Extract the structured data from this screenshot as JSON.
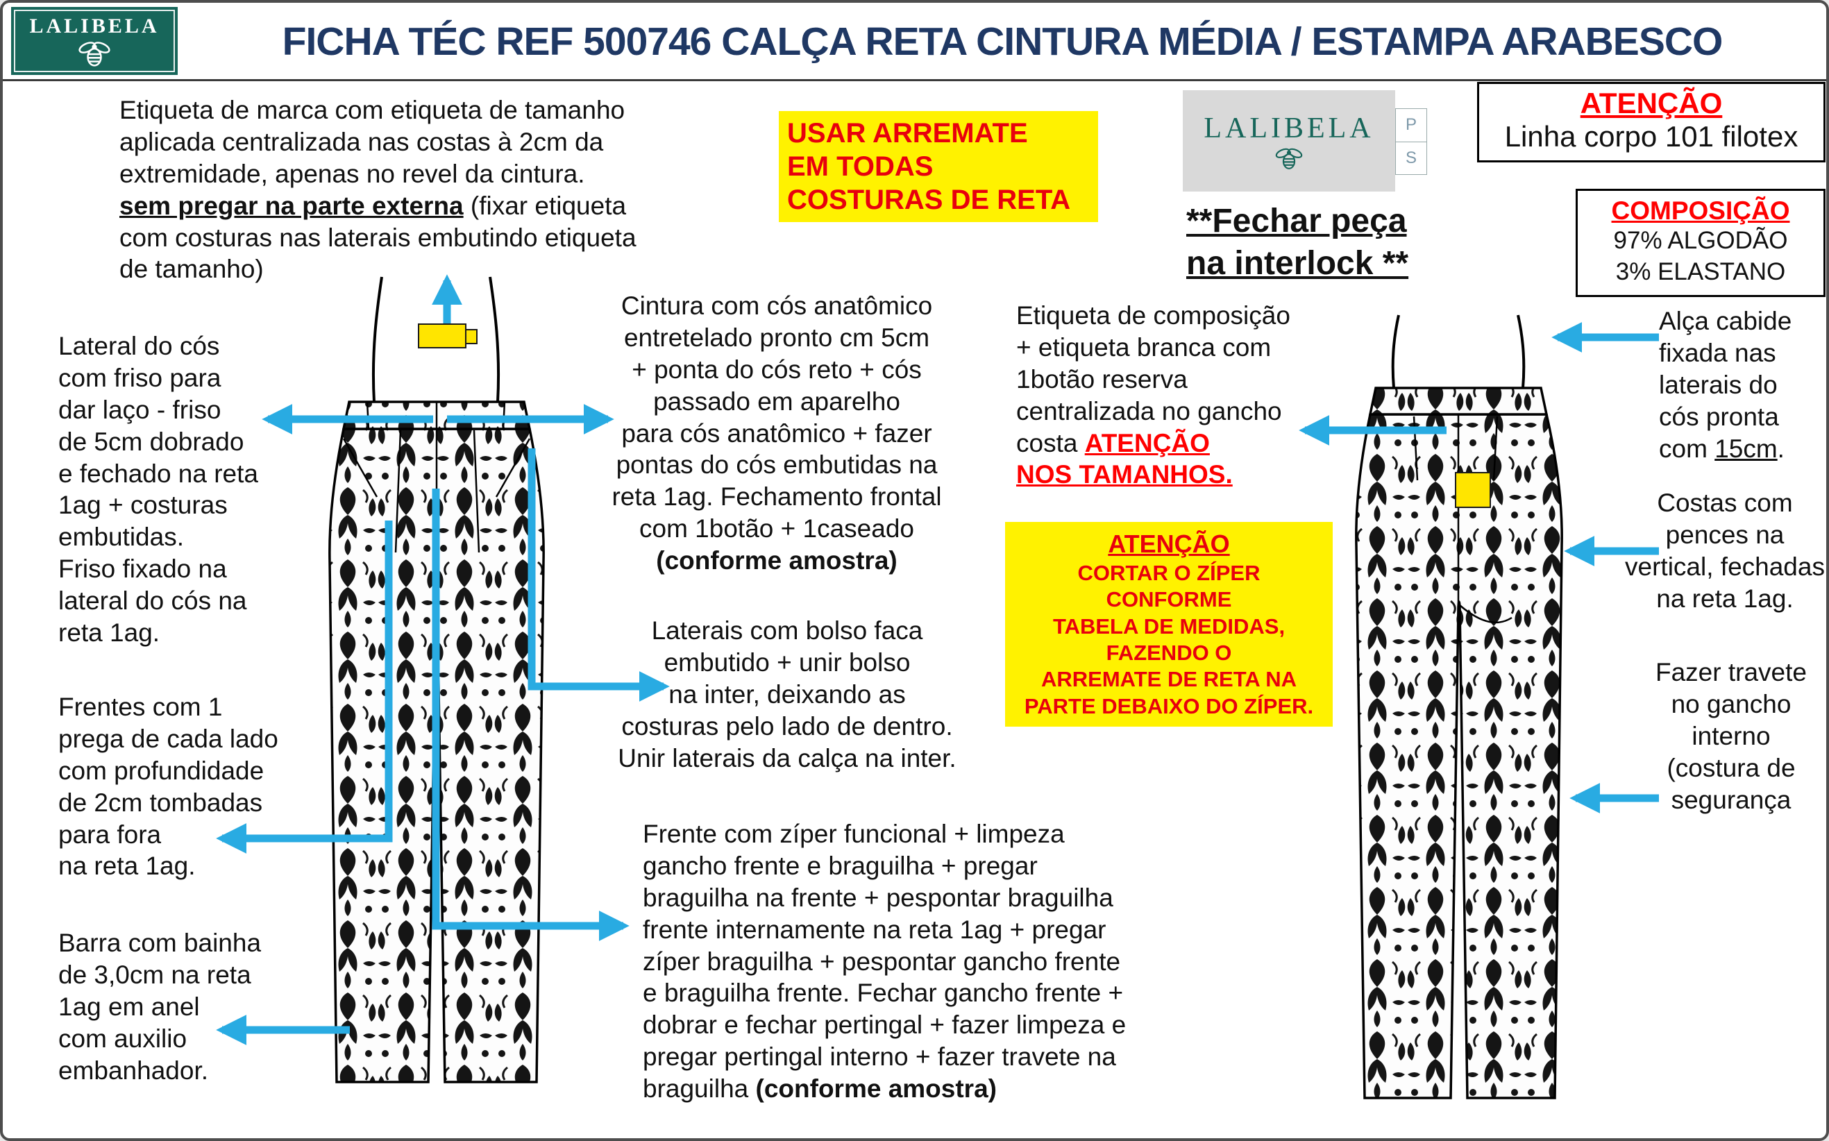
{
  "header": {
    "brand": "LALIBELA",
    "title": "FICHA TÉC REF 500746 CALÇA RETA CINTURA MÉDIA / ESTAMPA ARABESCO"
  },
  "colors": {
    "title_navy": "#1F3864",
    "brand_teal": "#17665A",
    "arrow_blue": "#29ABE2",
    "highlight_yellow": "#FFF200",
    "alert_red": "#FF0000",
    "tag_yellow": "#FFE500",
    "label_gray": "#D9D9D9"
  },
  "brand_label": {
    "name": "LALIBELA",
    "size_top": "P",
    "size_bottom": "S"
  },
  "top_notes": {
    "usar_arremate": "USAR ARREMATE\nEM TODAS\nCOSTURAS DE RETA",
    "fechar_interlock": "**Fechar peça\nna interlock **",
    "atencao_linha": {
      "title": "ATENÇÃO",
      "body": "Linha corpo 101 filotex"
    },
    "composicao": {
      "title": "COMPOSIÇÃO",
      "lines": "97% ALGODÃO\n3% ELASTANO"
    }
  },
  "annotations": {
    "etiqueta_marca": {
      "part1": "Etiqueta de marca com etiqueta de tamanho\naplicada centralizada nas costas à 2cm da\nextremidade, apenas no revel da cintura.\n",
      "underline": "sem pregar na parte externa",
      "part2": " (fixar etiqueta\ncom costuras nas laterais embutindo etiqueta\nde tamanho)"
    },
    "lateral_cos": "Lateral do cós\ncom friso para\ndar laço - friso\nde 5cm dobrado\ne fechado na reta\n1ag + costuras\nembutidas.\nFriso fixado na\nlateral do cós na\nreta 1ag.",
    "frentes_prega": "Frentes com 1\nprega de cada lado\ncom profundidade\nde 2cm tombadas\npara fora\nna reta 1ag.",
    "barra_bainha": "Barra com bainha\nde 3,0cm na reta\n1ag em anel\ncom auxilio\nembanhador.",
    "cintura_cos": {
      "part1": "Cintura com cós anatômico\nentretelado pronto cm 5cm\n+ ponta do cós reto + cós\npassado em aparelho\npara cós anatômico + fazer\npontas do cós embutidas na\nreta 1ag. Fechamento frontal\ncom 1botão + 1caseado\n",
      "bold": "(conforme amostra)"
    },
    "laterais_bolso": "Laterais com bolso faca\nembutido + unir bolso\nna inter, deixando as\ncosturas pelo lado de dentro.\nUnir laterais da calça na inter.",
    "frente_ziper": {
      "part1": "Frente com zíper funcional + limpeza\ngancho frente e braguilha + pregar\nbraguilha na frente + pespontar braguilha\nfrente internamente na reta 1ag + pregar\nzíper braguilha + pespontar gancho frente\ne braguilha frente. Fechar gancho frente +\ndobrar e fechar pertingal + fazer limpeza e\npregar pertingal interno + fazer travete na\nbraguilha ",
      "bold": "(conforme amostra)"
    },
    "etiqueta_composicao": {
      "part1": "Etiqueta de composição\n+ etiqueta branca com\n1botão reserva\ncentralizada no gancho\ncosta ",
      "red": "ATENÇÃO\nNOS TAMANHOS."
    },
    "atencao_ziper": {
      "title": "ATENÇÃO",
      "body": "CORTAR O ZÍPER\nCONFORME\nTABELA DE MEDIDAS,\nFAZENDO O\nARREMATE DE RETA NA\nPARTE DEBAIXO DO ZÍPER."
    },
    "alca_cabide": {
      "part1": "Alça cabide\nfixada nas\nlaterais do\ncós pronta\ncom ",
      "underline": "15cm",
      "part2": "."
    },
    "costas_pences": "Costas com\npences na\nvertical, fechadas\nna reta 1ag.",
    "fazer_travete": "Fazer travete\nno gancho\ninterno\n(costura de\nsegurança"
  }
}
